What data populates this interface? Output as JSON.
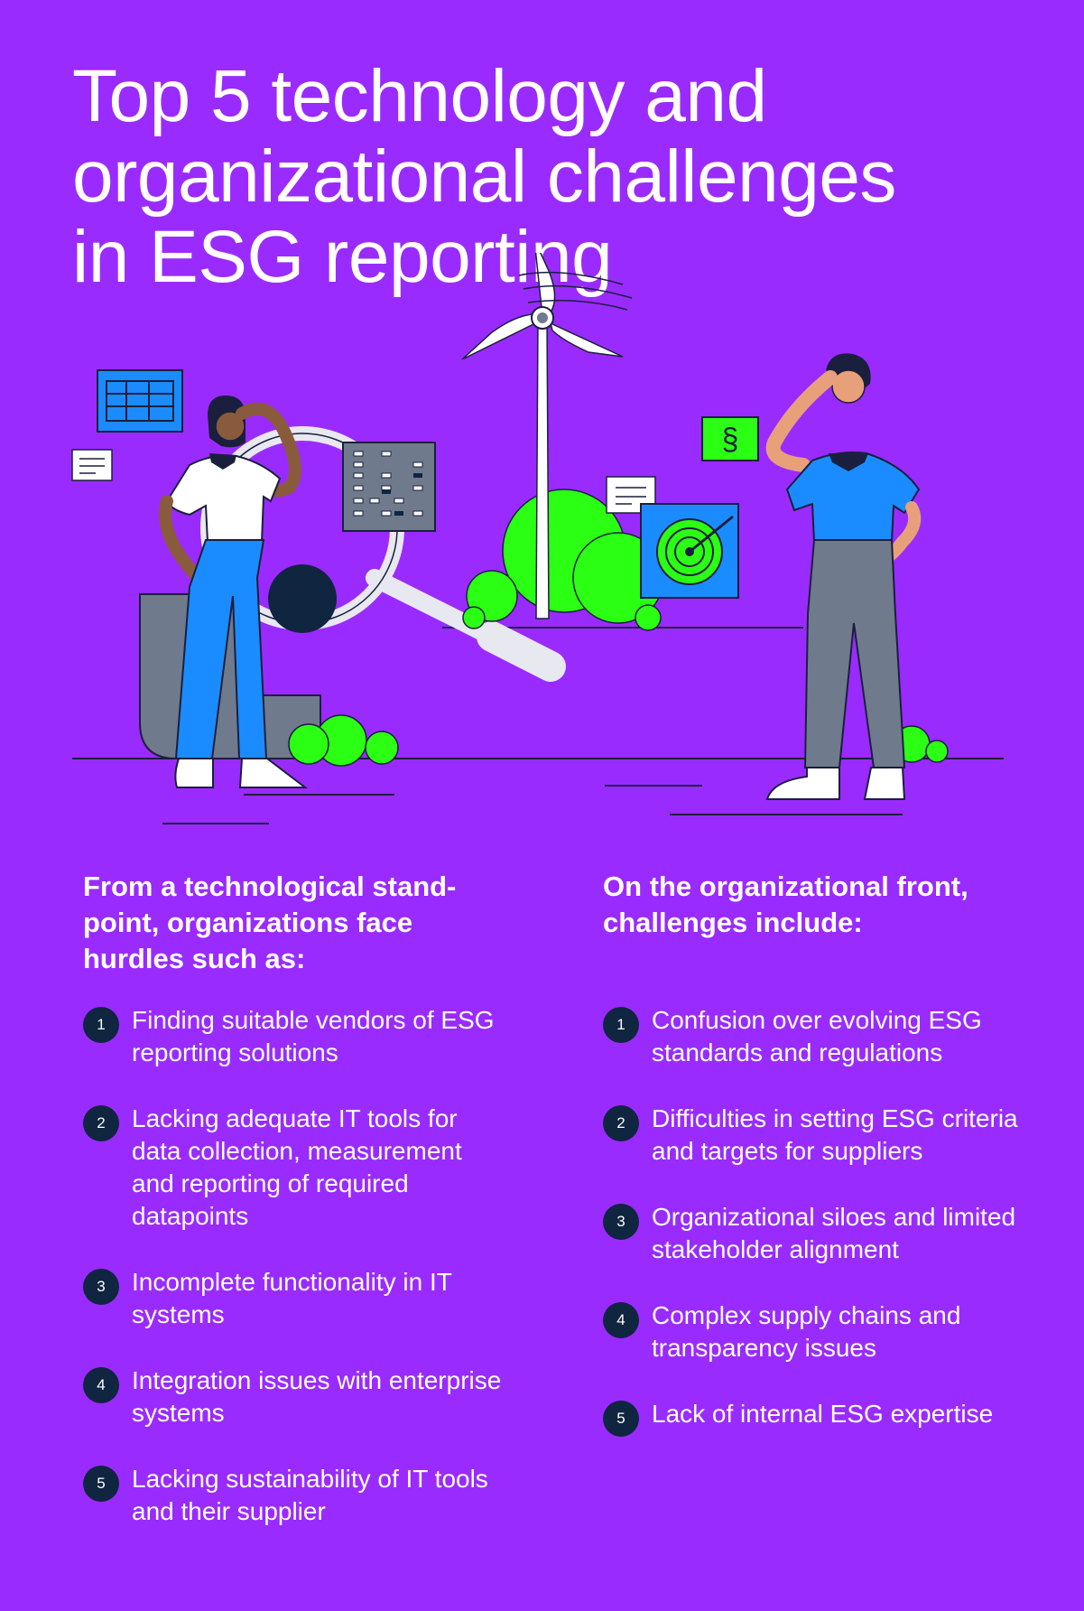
{
  "title": {
    "line1": "Top 5 technology and",
    "line2": "organizational challenges",
    "line3": "in ESG reporting"
  },
  "colors": {
    "background": "#9a2bff",
    "badge": "#0f2540",
    "accent_green": "#2bff14",
    "accent_blue": "#1a8cff"
  },
  "technological": {
    "heading": "From a technological stand-point, organizations face hurdles such as:",
    "items": [
      {
        "num": "1",
        "text": "Finding suitable vendors of ESG reporting solutions"
      },
      {
        "num": "2",
        "text": "Lacking adequate IT tools for data collection, measurement and reporting of required datapoints"
      },
      {
        "num": "3",
        "text": "Incomplete functionality in IT systems"
      },
      {
        "num": "4",
        "text": "Integration issues with enterprise systems"
      },
      {
        "num": "5",
        "text": "Lacking sustainability of IT tools and their supplier"
      }
    ]
  },
  "organizational": {
    "heading": "On the organizational front, challenges include:",
    "items": [
      {
        "num": "1",
        "text": "Confusion over evolving ESG standards and regulations"
      },
      {
        "num": "2",
        "text": "Difficulties in setting ESG criteria and targets for suppliers"
      },
      {
        "num": "3",
        "text": "Organizational siloes and limited stakeholder alignment"
      },
      {
        "num": "4",
        "text": "Complex supply chains and transparency issues"
      },
      {
        "num": "5",
        "text": "Lack of internal ESG expertise"
      }
    ]
  },
  "illustration": {
    "section_symbol": "§",
    "icons": [
      "spreadsheet-icon",
      "document-icon",
      "data-panel-icon",
      "magnifier-icon",
      "wind-turbine-icon",
      "target-icon",
      "section-sign-icon"
    ]
  }
}
